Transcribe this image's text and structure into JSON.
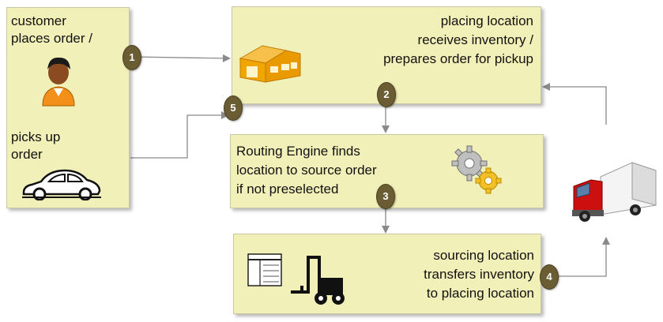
{
  "customer_box": {
    "places_order": [
      "customer",
      "places order /"
    ],
    "picks_up": [
      "picks up",
      "order"
    ]
  },
  "placing_box": {
    "text": [
      "placing location",
      "receives inventory /",
      "prepares order for pickup"
    ]
  },
  "routing_box": {
    "text": [
      "Routing Engine finds",
      "location to source order",
      "if not preselected"
    ]
  },
  "sourcing_box": {
    "text": [
      "sourcing location",
      "transfers inventory",
      "to placing location"
    ]
  },
  "steps": [
    "1",
    "2",
    "3",
    "4",
    "5"
  ],
  "colors": {
    "box_fill": "#f2f0b9",
    "badge": "#6b5d33",
    "arrow": "#8a8a8a",
    "store": "#f0a500",
    "truck_cab": "#cc1010"
  },
  "icons": [
    "customer-person-icon",
    "car-icon",
    "store-icon",
    "gears-icon",
    "form-icon",
    "forklift-icon",
    "truck-icon"
  ]
}
